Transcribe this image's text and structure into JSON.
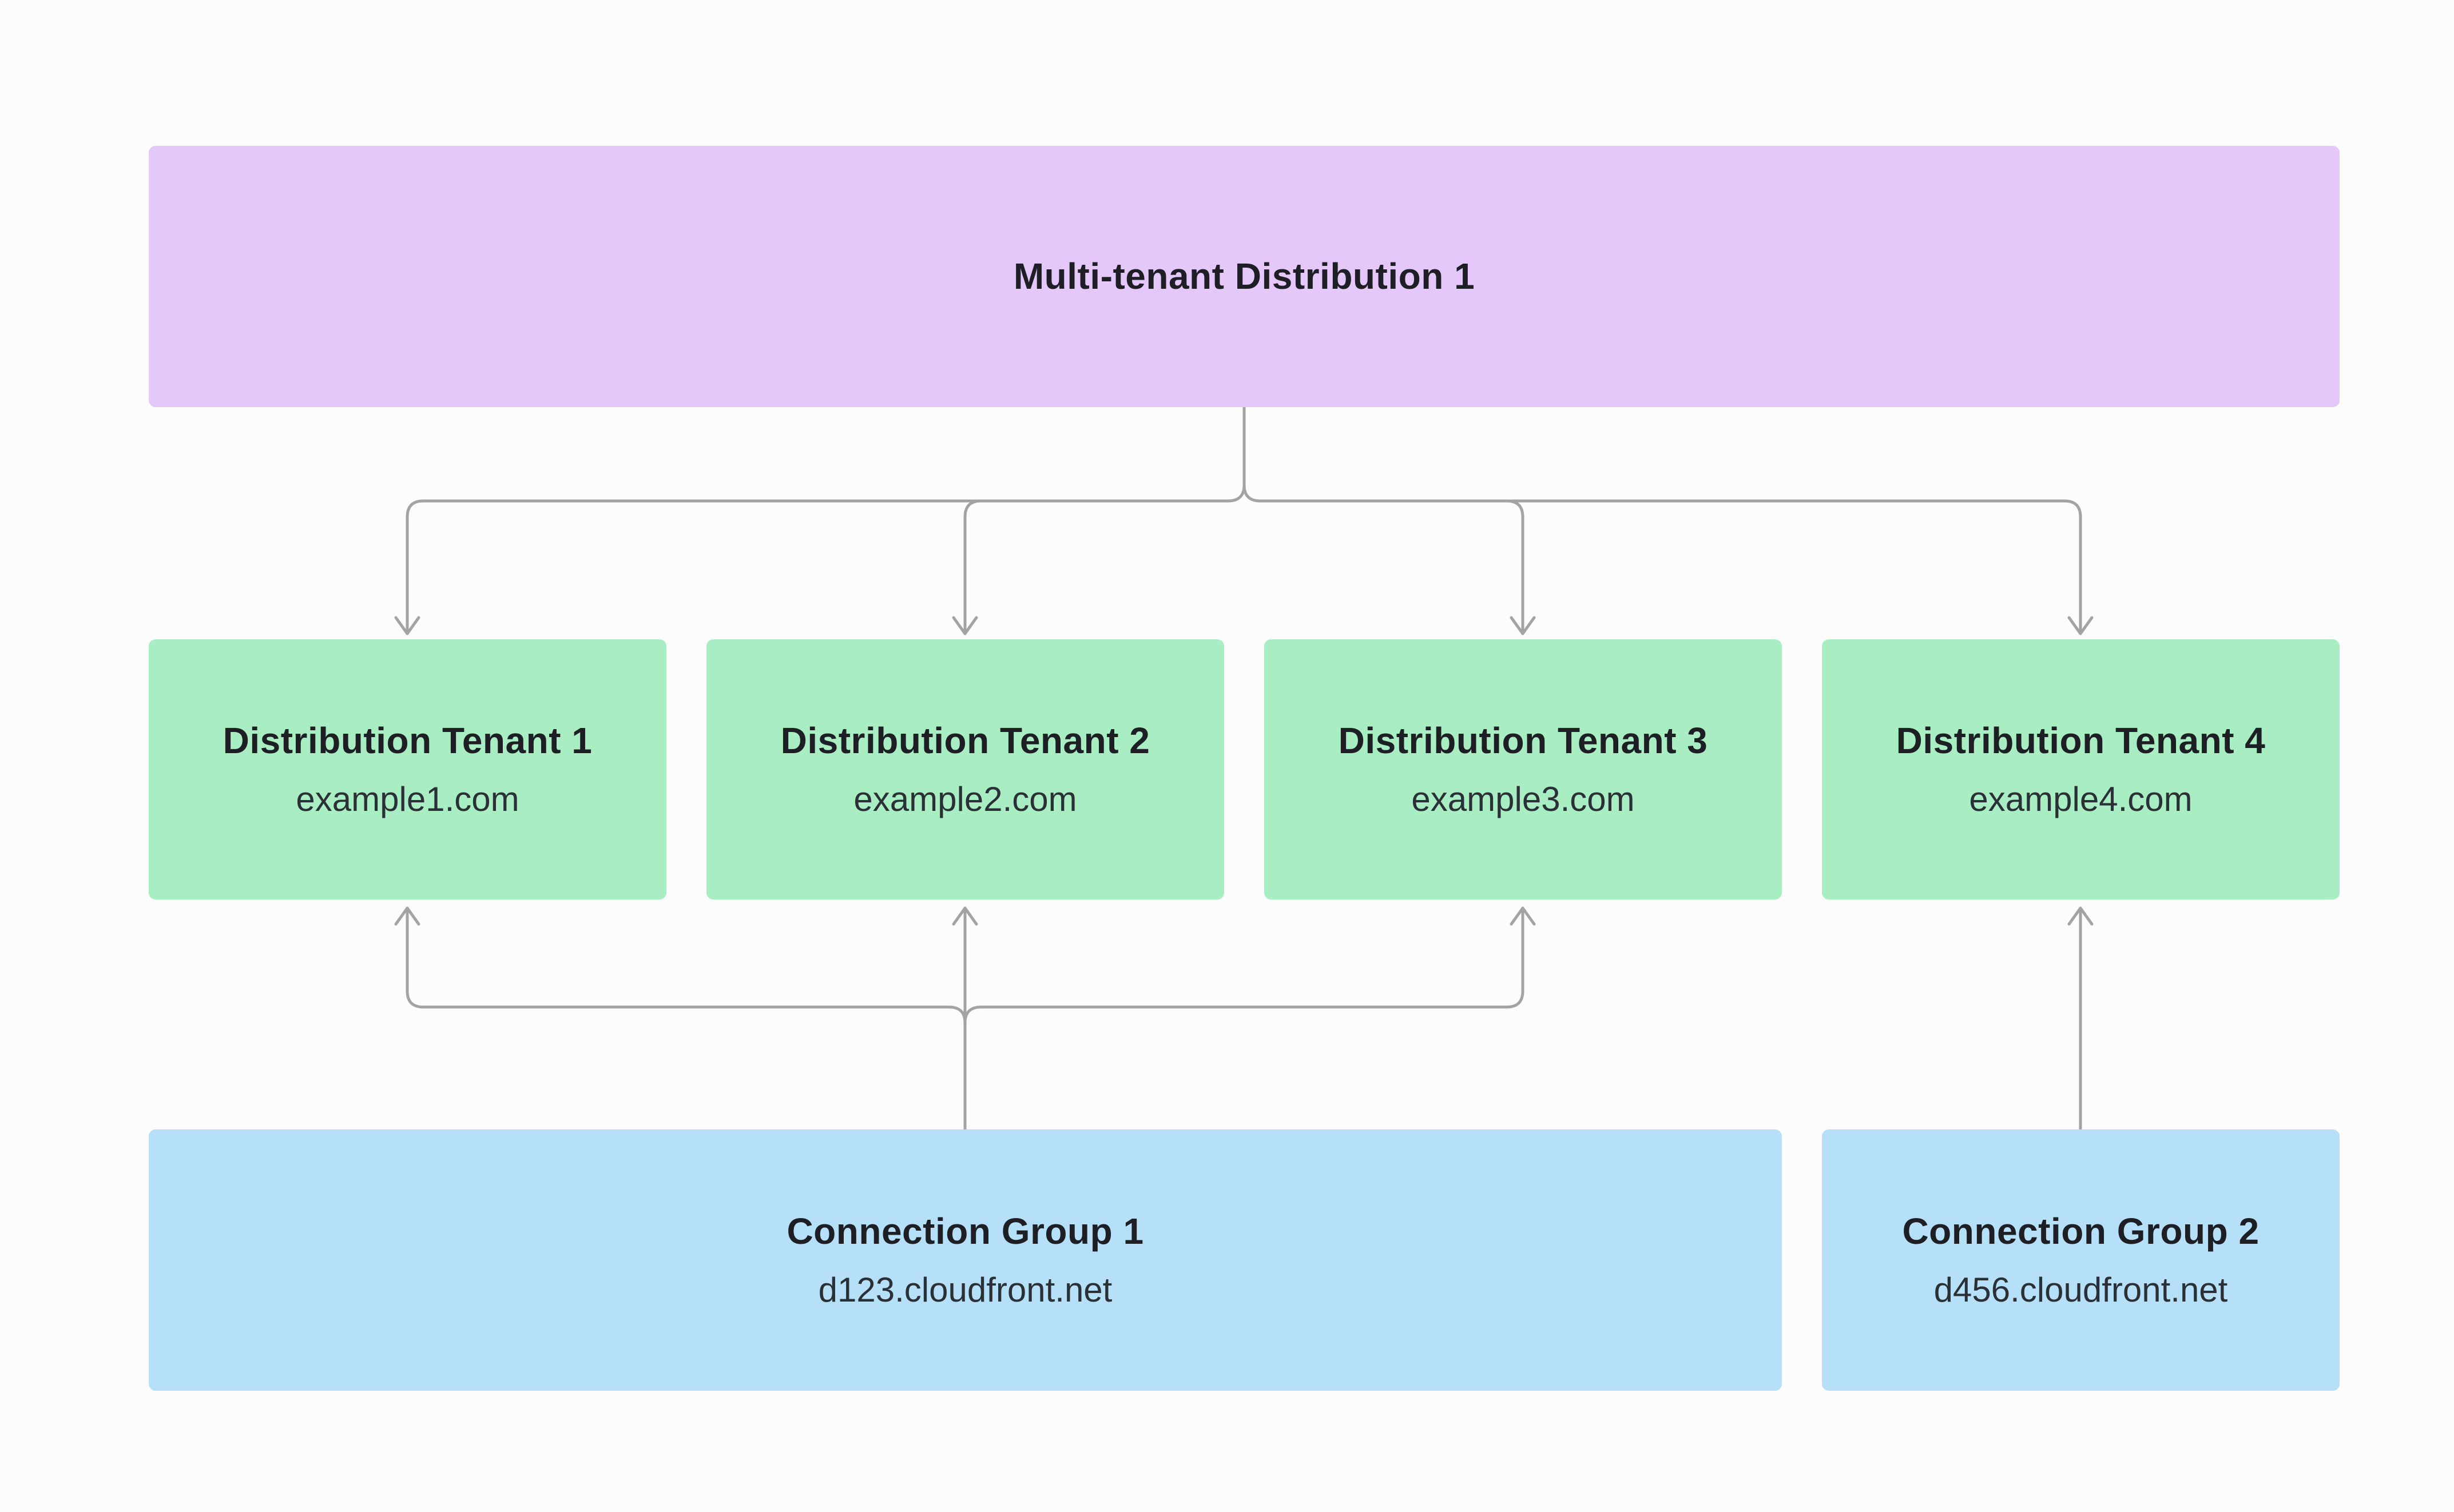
{
  "diagram": {
    "background_color": "#fcfcfd",
    "arrow_color": "#a3a3a3",
    "distribution": {
      "title": "Multi-tenant Distribution 1",
      "color": "#e3c8f9"
    },
    "tenants": [
      {
        "title": "Distribution Tenant 1",
        "domain": "example1.com"
      },
      {
        "title": "Distribution Tenant 2",
        "domain": "example2.com"
      },
      {
        "title": "Distribution Tenant 3",
        "domain": "example3.com"
      },
      {
        "title": "Distribution Tenant 4",
        "domain": "example4.com"
      }
    ],
    "tenant_color": "#a9eec3",
    "connection_groups": [
      {
        "title": "Connection Group 1",
        "domain": "d123.cloudfront.net"
      },
      {
        "title": "Connection Group 2",
        "domain": "d456.cloudfront.net"
      }
    ],
    "connection_group_color": "#b5e0f8",
    "edges": [
      {
        "from": "Multi-tenant Distribution 1",
        "to": "Distribution Tenant 1"
      },
      {
        "from": "Multi-tenant Distribution 1",
        "to": "Distribution Tenant 2"
      },
      {
        "from": "Multi-tenant Distribution 1",
        "to": "Distribution Tenant 3"
      },
      {
        "from": "Multi-tenant Distribution 1",
        "to": "Distribution Tenant 4"
      },
      {
        "from": "Connection Group 1",
        "to": "Distribution Tenant 1"
      },
      {
        "from": "Connection Group 1",
        "to": "Distribution Tenant 2"
      },
      {
        "from": "Connection Group 1",
        "to": "Distribution Tenant 3"
      },
      {
        "from": "Connection Group 2",
        "to": "Distribution Tenant 4"
      }
    ]
  }
}
